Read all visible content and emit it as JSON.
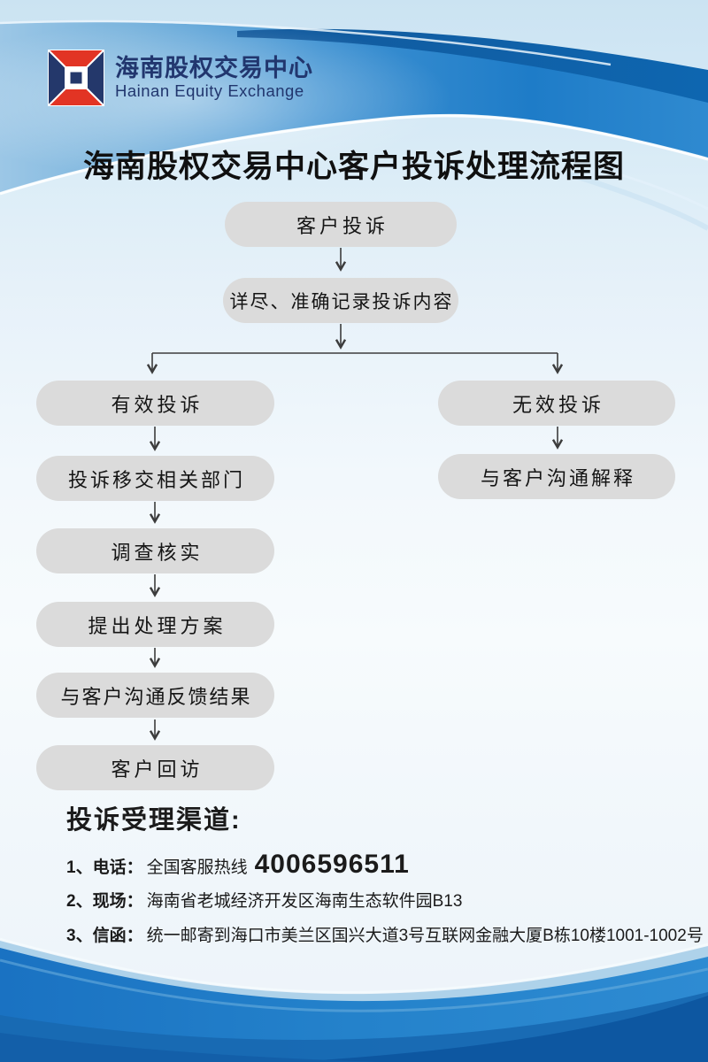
{
  "logo": {
    "zh": "海南股权交易中心",
    "en": "Hainan Equity Exchange"
  },
  "title": "海南股权交易中心客户投诉处理流程图",
  "flowchart": {
    "top": [
      "客户投诉",
      "详尽、准确记录投诉内容"
    ],
    "left": [
      "有效投诉",
      "投诉移交相关部门",
      "调查核实",
      "提出处理方案",
      "与客户沟通反馈结果",
      "客户回访"
    ],
    "right": [
      "无效投诉",
      "与客户沟通解释"
    ]
  },
  "channels": {
    "heading": "投诉受理渠道:",
    "items": [
      {
        "prefix": "1、电话：",
        "text": "全国客服热线",
        "phone": "4006596511"
      },
      {
        "prefix": "2、现场：",
        "text": "海南省老城经济开发区海南生态软件园B13",
        "phone": ""
      },
      {
        "prefix": "3、信函：",
        "text": "统一邮寄到海口市美兰区国兴大道3号互联网金融大厦B栋10楼1001-1002号",
        "phone": ""
      }
    ]
  },
  "colors": {
    "logo_red": "#e23424",
    "logo_navy": "#24386b",
    "logo_text_navy": "#21366e",
    "header_band_blue": "#1e7cc8",
    "header_band_dark": "#0e5ea6",
    "node_fill": "#dbdbdb",
    "arrow": "#3c3c3c",
    "footer_blue": "#1a72c2",
    "footer_dark": "#0d57a1"
  }
}
